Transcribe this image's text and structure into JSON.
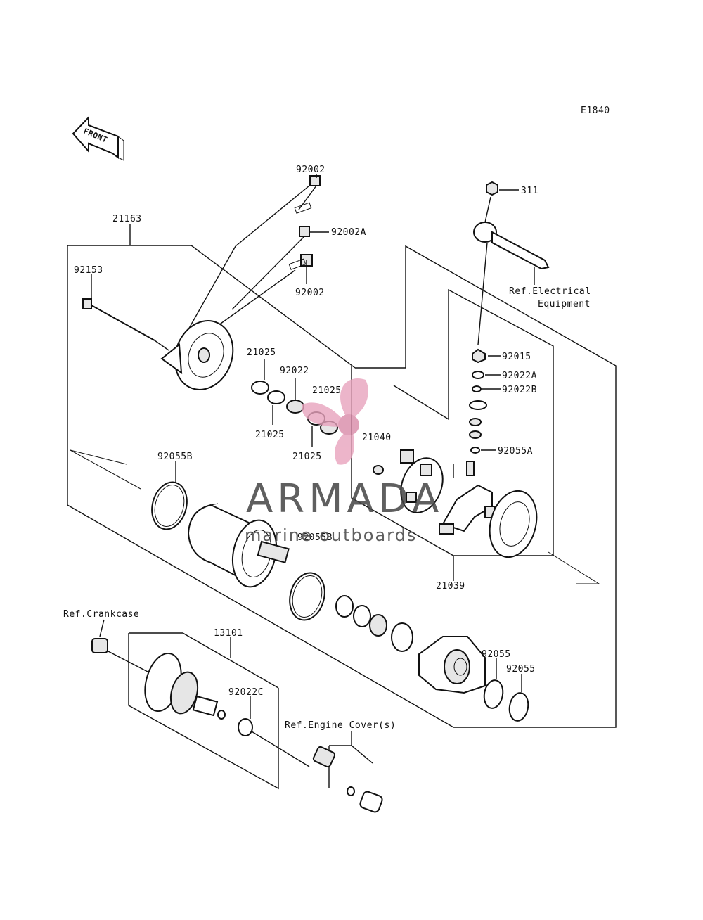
{
  "diagram_code": "E1840",
  "front_arrow_text": "FRONT",
  "labels": {
    "l_92002_top": "92002",
    "l_21163": "21163",
    "l_92002A": "92002A",
    "l_92153": "92153",
    "l_92002_mid": "92002",
    "l_311": "311",
    "l_ref_elec_1": "Ref.Electrical",
    "l_ref_elec_2": "Equipment",
    "l_92015": "92015",
    "l_92022A": "92022A",
    "l_92022B": "92022B",
    "l_92055A": "92055A",
    "l_21025_a": "21025",
    "l_92022": "92022",
    "l_21025_b": "21025",
    "l_21025_c": "21025",
    "l_21025_d": "21025",
    "l_21040": "21040",
    "l_92055B_a": "92055B",
    "l_92055B_b": "92055B",
    "l_21039": "21039",
    "l_ref_crankcase": "Ref.Crankcase",
    "l_13101": "13101",
    "l_92022C": "92022C",
    "l_ref_engine_cover": "Ref.Engine Cover(s)",
    "l_92055_a": "92055",
    "l_92055_b": "92055"
  },
  "watermark": {
    "brand": "ARMADA",
    "tagline": "marine outboards",
    "accent_color": "#e8a3bd",
    "text_color": "#444444"
  }
}
